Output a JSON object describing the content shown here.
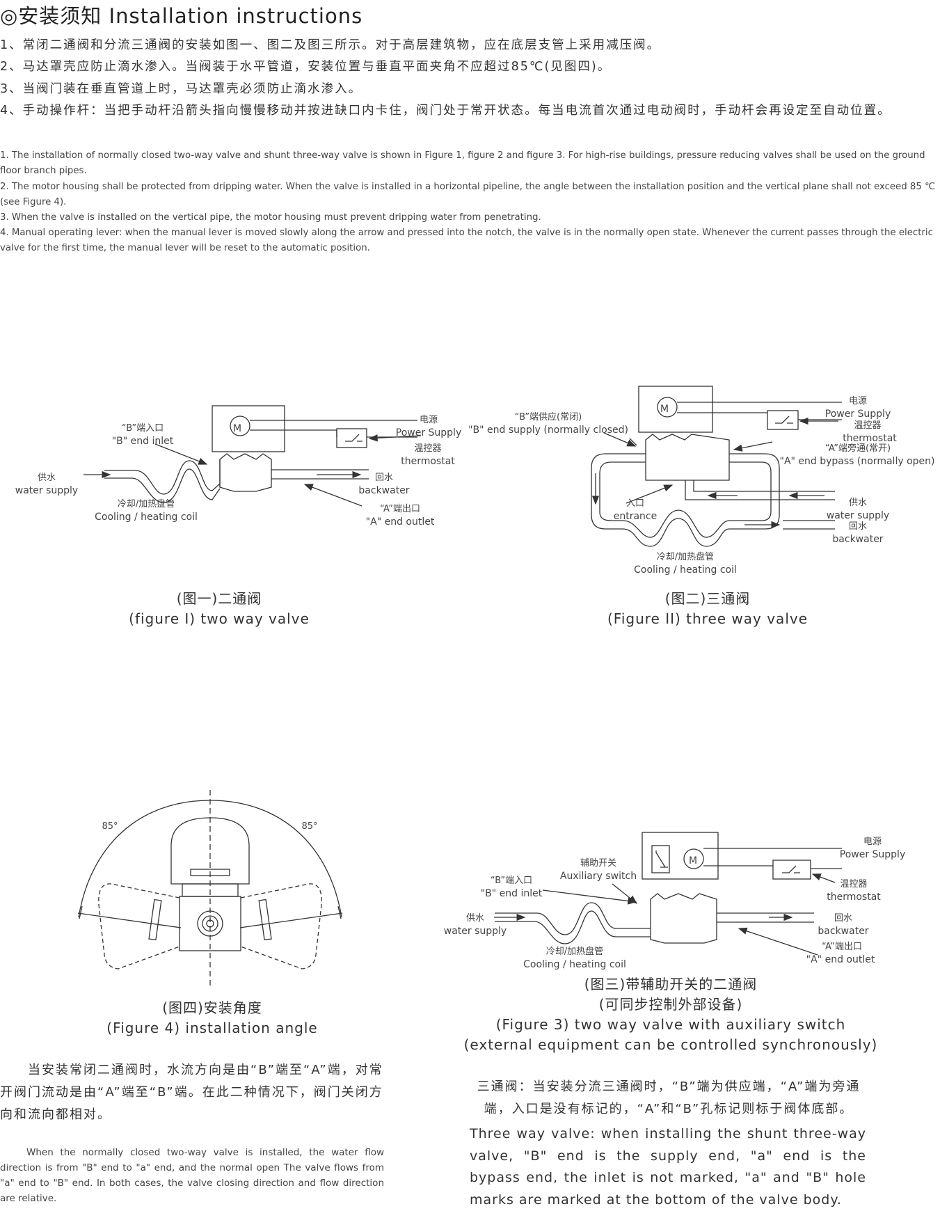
{
  "title": "◎安装须知 Installation instructions",
  "zh_lines": [
    "1、常闭二通阀和分流三通阀的安装如图一、图二及图三所示。对于高层建筑物，应在底层支管上采用减压阀。",
    "2、马达罩壳应防止滴水渗入。当阀装于水平管道，安装位置与垂直平面夹角不应超过85℃(见图四)。",
    "3、当阀门装在垂直管道上时，马达罩壳必须防止滴水渗入。",
    "4、手动操作杆：当把手动杆沿箭头指向慢慢移动并按进缺口内卡住，阀门处于常开状态。每当电流首次通过电动阀时，手动杆会再设定至自动位置。"
  ],
  "en_lines": [
    "1. The installation of normally closed two-way valve and shunt three-way valve is shown in Figure 1, figure 2 and figure 3. For high-rise buildings, pressure reducing valves shall be used on the ground floor branch pipes.",
    "2. The motor housing shall be protected from dripping water. When the valve is installed in a horizontal pipeline, the angle between the installation position and the vertical plane shall not exceed 85 ℃ (see Figure 4).",
    "3. When the valve is installed on the vertical pipe, the motor housing must prevent dripping water from penetrating.",
    "4. Manual operating lever: when the manual lever is moved slowly along the arrow and pressed into the notch, the valve is in the normally open state. Whenever the current passes through the electric valve for the first time, the manual lever will be reset to the automatic position."
  ],
  "fig1": {
    "motor": "M",
    "power_zh": "电源",
    "power_en": "Power Supply",
    "thermo_zh": "温控器",
    "thermo_en": "thermostat",
    "b_inlet_zh": "“B”端入口",
    "b_inlet_en": "\"B\" end inlet",
    "supply_zh": "供水",
    "supply_en": "water supply",
    "back_zh": "回水",
    "back_en": "backwater",
    "coil_zh": "冷却/加热盘管",
    "coil_en": "Cooling / heating coil",
    "a_outlet_zh": "“A”端出口",
    "a_outlet_en": "\"A\" end outlet",
    "caption_zh": "(图一)二通阀",
    "caption_en": "(figure I) two way valve"
  },
  "fig2": {
    "motor": "M",
    "b_supply_zh": "“B”端供应(常闭)",
    "b_supply_en": "\"B\" end supply (normally closed)",
    "power_zh": "电源",
    "power_en": "Power Supply",
    "thermo_zh": "温控器",
    "thermo_en": "thermostat",
    "a_bypass_zh": "“A”端旁通(常开)",
    "a_bypass_en": "\"A\" end bypass (normally open)",
    "entrance_zh": "入口",
    "entrance_en": "entrance",
    "supply_zh": "供水",
    "supply_en": "water supply",
    "back_zh": "回水",
    "back_en": "backwater",
    "coil_zh": "冷却/加热盘管",
    "coil_en": "Cooling / heating coil",
    "caption_zh": "(图二)三通阀",
    "caption_en": "(Figure II) three way valve"
  },
  "fig4": {
    "angle_left": "85°",
    "angle_right": "85°",
    "caption_zh": "(图四)安装角度",
    "caption_en": "(Figure 4) installation angle"
  },
  "fig3": {
    "motor": "M",
    "aux_zh": "辅助开关",
    "aux_en": "Auxiliary switch",
    "b_inlet_zh": "“B”端入口",
    "b_inlet_en": "\"B\" end inlet",
    "power_zh": "电源",
    "power_en": "Power Supply",
    "thermo_zh": "温控器",
    "thermo_en": "thermostat",
    "supply_zh": "供水",
    "supply_en": "water supply",
    "back_zh": "回水",
    "back_en": "backwater",
    "coil_zh": "冷却/加热盘管",
    "coil_en": "Cooling / heating coil",
    "a_outlet_zh": "“A”端出口",
    "a_outlet_en": "\"A\" end outlet",
    "caption_zh1": "(图三)带辅助开关的二通阀",
    "caption_zh2": "(可同步控制外部设备)",
    "caption_en1": "(Figure 3) two way valve with auxiliary switch",
    "caption_en2": "(external equipment can be controlled synchronously)"
  },
  "note_left_zh": "当安装常闭二通阀时，水流方向是由“B”端至“A”端，对常开阀门流动是由“A”端至“B”端。在此二种情况下，阀门关闭方向和流向都相对。",
  "note_left_en": "When the normally closed two-way valve is installed, the water flow direction is from \"B\" end to \"a\" end, and the normal open The valve flows from \"a\" end to \"B\" end. In both cases, the valve closing direction and flow direction are relative.",
  "note_right_zh": "三通阀：当安装分流三通阀时，“B”端为供应端，“A”端为旁通端，入口是没有标记的，“A”和“B”孔标记则标于阀体底部。",
  "note_right_en": "Three way valve: when installing the shunt three-way valve, \"B\" end is the supply end, \"a\" end is the bypass end, the inlet is not marked, \"a\" and \"B\" hole marks are marked at the bottom of the valve body."
}
